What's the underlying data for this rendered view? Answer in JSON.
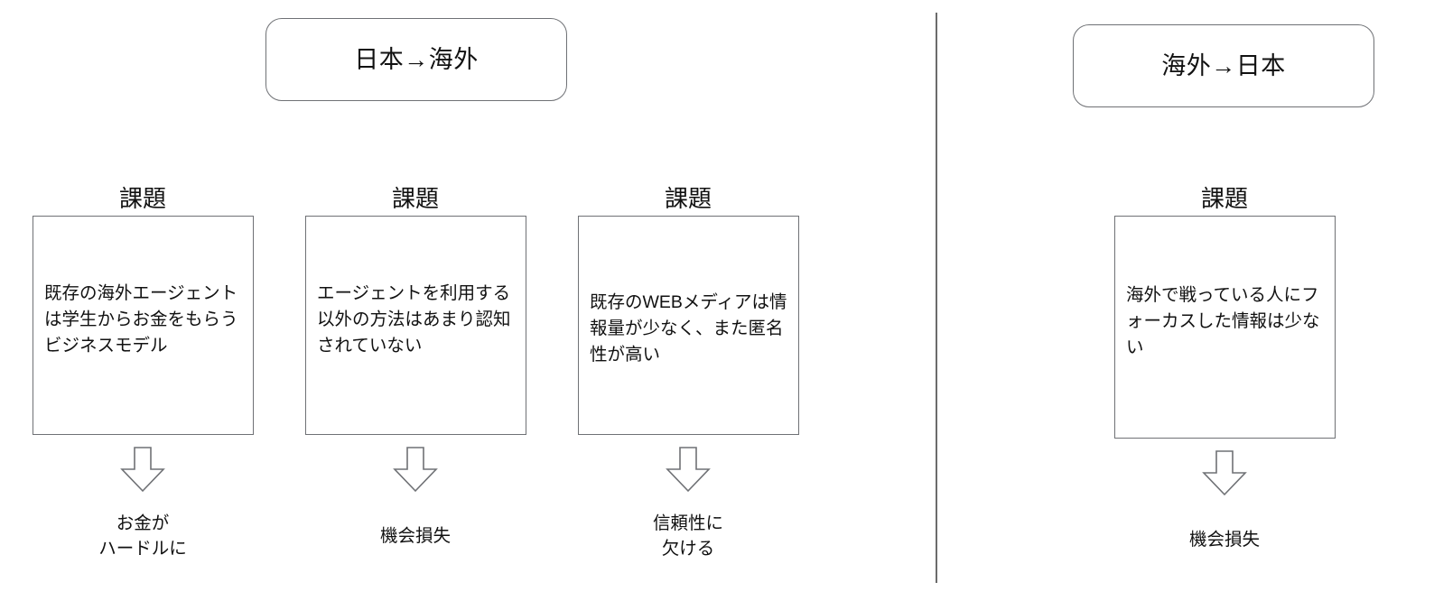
{
  "sections": {
    "left": {
      "header_label": "日本→海外",
      "columns": [
        {
          "title": "課題",
          "body": "既存の海外エージェントは学生からお金をもらうビジネスモデル",
          "arrow_icon": "down-arrow-icon",
          "outcome": "お金が\nハードルに"
        },
        {
          "title": "課題",
          "body": "エージェントを利用する以外の方法はあまり認知されていない",
          "arrow_icon": "down-arrow-icon",
          "outcome": "機会損失"
        },
        {
          "title": "課題",
          "body": "既存のWEBメディアは情報量が少なく、また匿名性が高い",
          "arrow_icon": "down-arrow-icon",
          "outcome": "信頼性に\n欠ける"
        }
      ]
    },
    "right": {
      "header_label": "海外→日本",
      "columns": [
        {
          "title": "課題",
          "body": "海外で戦っている人にフォーカスした情報は少ない",
          "arrow_icon": "down-arrow-icon",
          "outcome": "機会損失"
        }
      ]
    }
  },
  "colors": {
    "background": "#ffffff",
    "text": "#111111",
    "stroke": "#6f7175",
    "divider": "#6b6b6b"
  }
}
